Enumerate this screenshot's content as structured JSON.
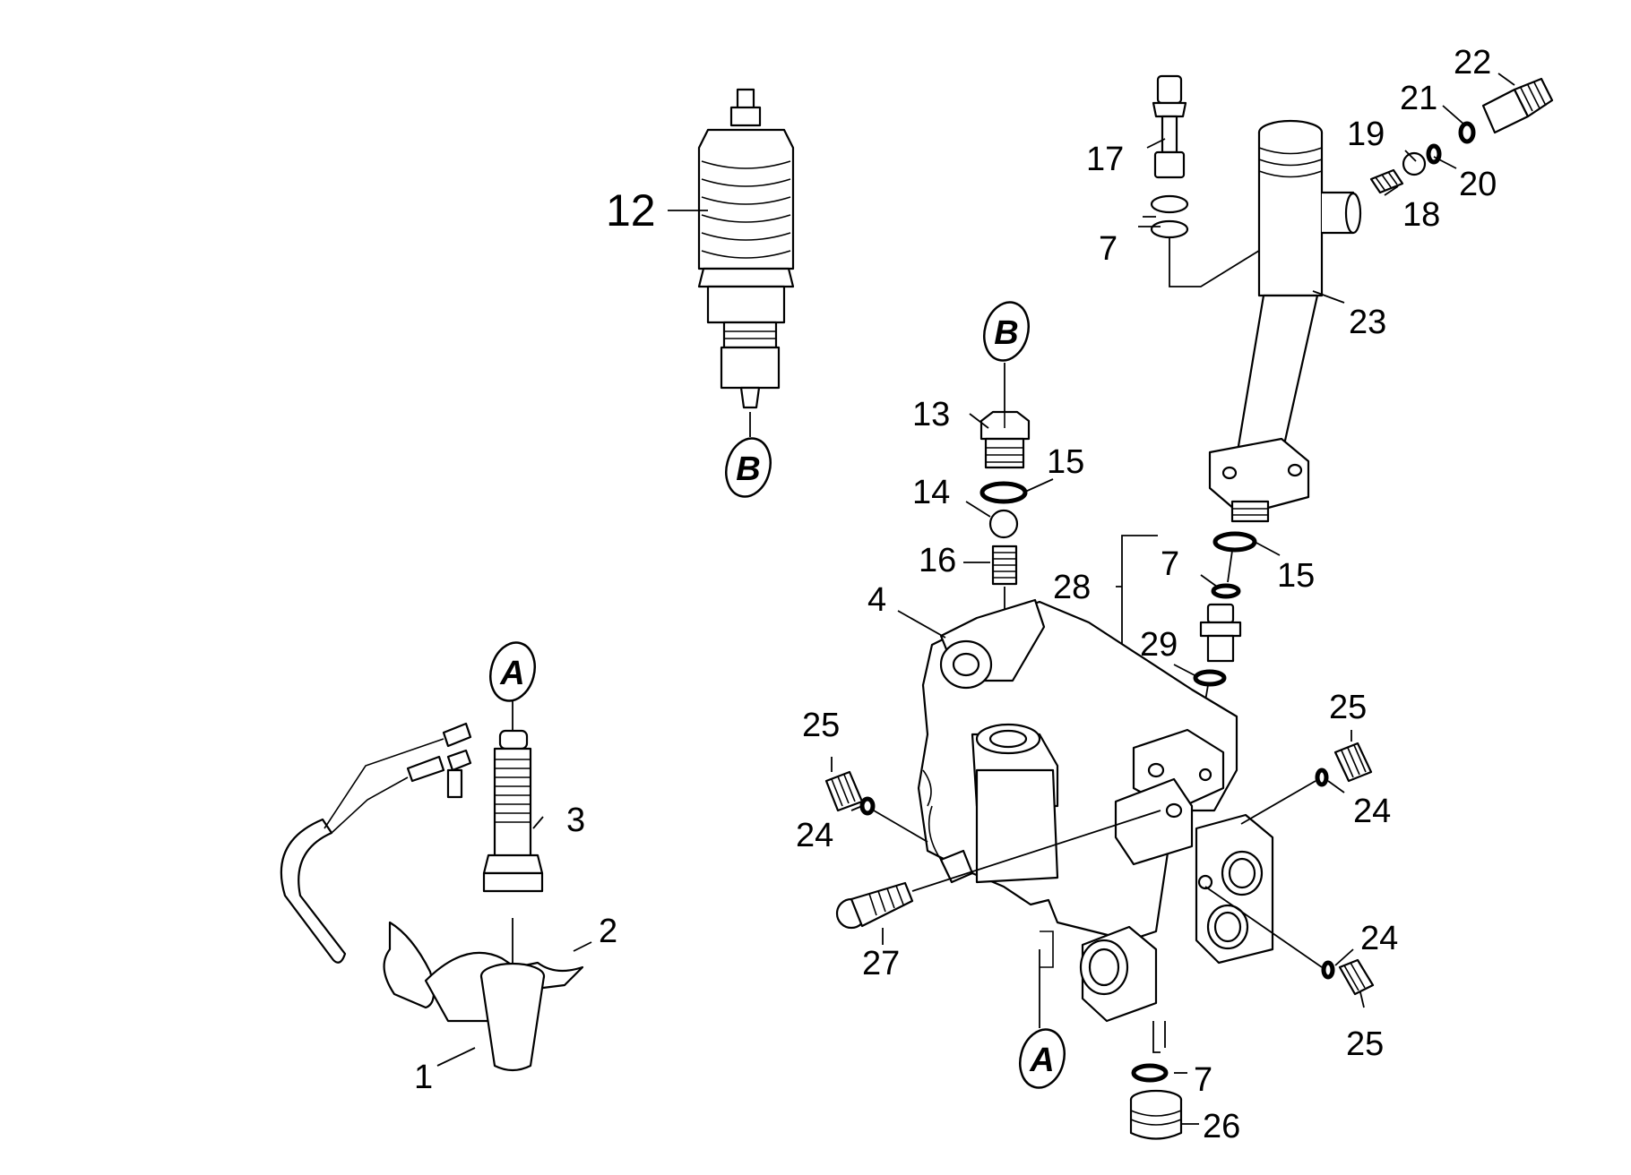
{
  "labels": {
    "p1": "1",
    "p2": "2",
    "p3": "3",
    "p4": "4",
    "p7a": "7",
    "p7b": "7",
    "p7c": "7",
    "p12": "12",
    "p13": "13",
    "p14": "14",
    "p15a": "15",
    "p15b": "15",
    "p16": "16",
    "p17": "17",
    "p18": "18",
    "p19": "19",
    "p20": "20",
    "p21": "21",
    "p22": "22",
    "p23": "23",
    "p24a": "24",
    "p24b": "24",
    "p24c": "24",
    "p25a": "25",
    "p25b": "25",
    "p25c": "25",
    "p26": "26",
    "p27": "27",
    "p28": "28",
    "p29": "29"
  },
  "refs": {
    "a_top": "A",
    "a_bottom": "A",
    "b_top": "B",
    "b_bottom": "B"
  },
  "colors": {
    "line": "#000000",
    "background": "#ffffff",
    "shade": "#f0f0f0"
  }
}
